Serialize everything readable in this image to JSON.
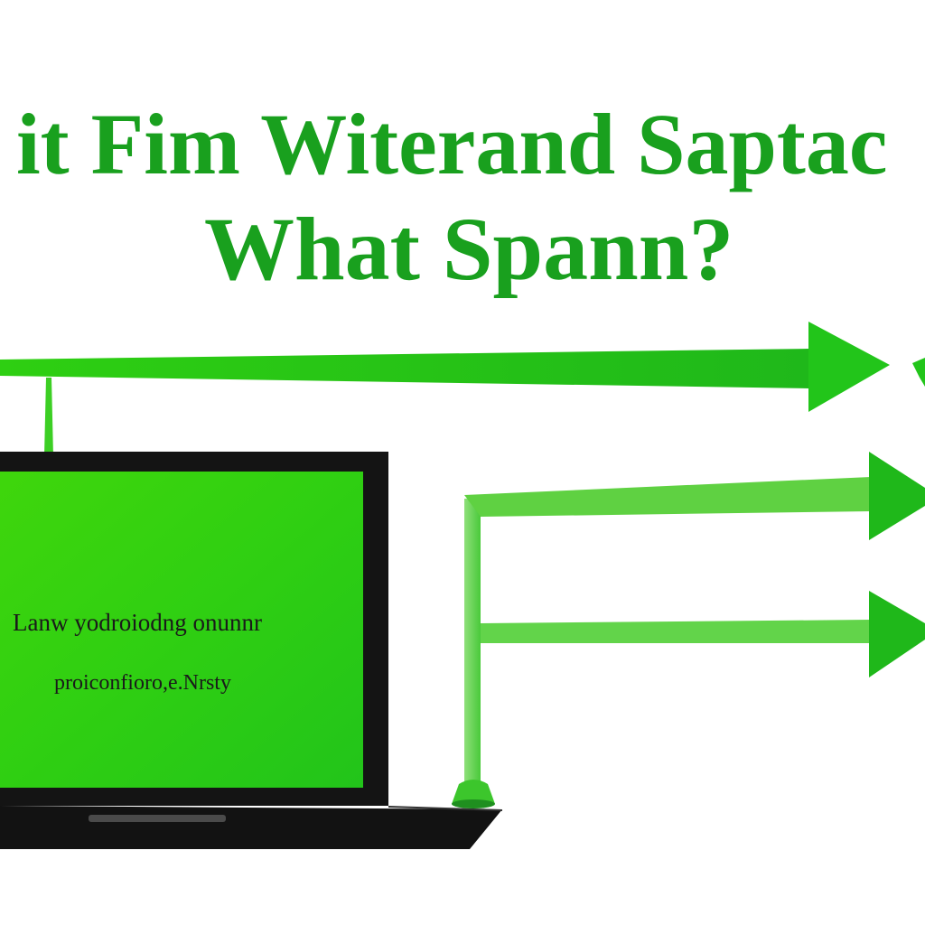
{
  "title": {
    "line1": "it  Fim  Witerand  Saptac",
    "line2": "What Spann?"
  },
  "laptop": {
    "screen_line1": "Lanw yodroiodng onunnr",
    "screen_line2": "proiconfioro,e.Nrsty"
  },
  "colors": {
    "title_green": "#19a01e",
    "arrow_green": "#2ec41c",
    "screen_green": "#33d40f",
    "laptop_frame": "#141414"
  },
  "icons": [
    "arrow-right-icon",
    "antenna-icon",
    "laptop-icon"
  ]
}
